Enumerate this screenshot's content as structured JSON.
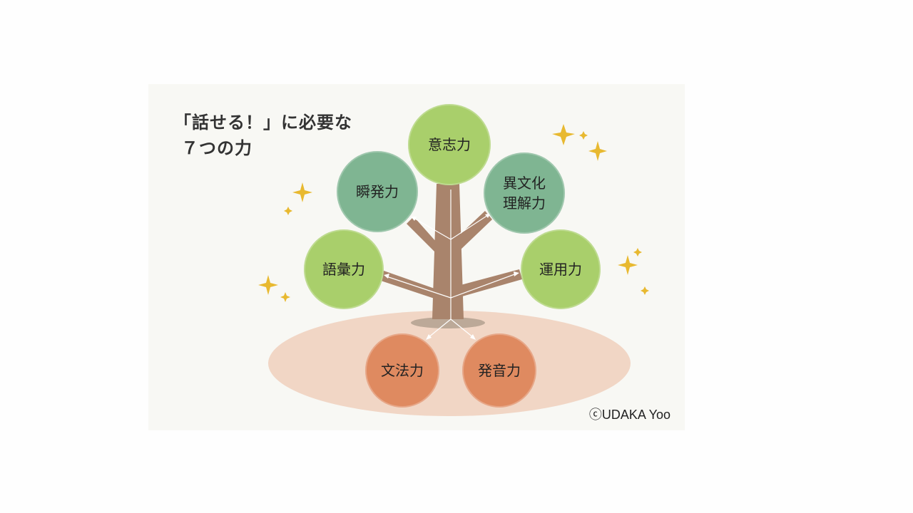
{
  "title": {
    "line1": "「話せる！」に必要な",
    "line2": "７つの力"
  },
  "nodes": {
    "ishi": {
      "label": "意志力"
    },
    "shunpatsu": {
      "label": "瞬発力"
    },
    "ibunka": {
      "line1": "異文化",
      "line2": "理解力"
    },
    "goi": {
      "label": "語彙力"
    },
    "unyo": {
      "label": "運用力"
    },
    "bunpo": {
      "label": "文法力"
    },
    "hatsuon": {
      "label": "発音力"
    }
  },
  "credit": "ⓒUDAKA Yoo",
  "colors": {
    "light_green": "#a9cf6b",
    "teal_green": "#7fb592",
    "orange": "#df8a60",
    "trunk": "#a9846c",
    "ground": "#f0d2c0",
    "sparkle": "#e8b930",
    "arrow": "#ffffff"
  }
}
